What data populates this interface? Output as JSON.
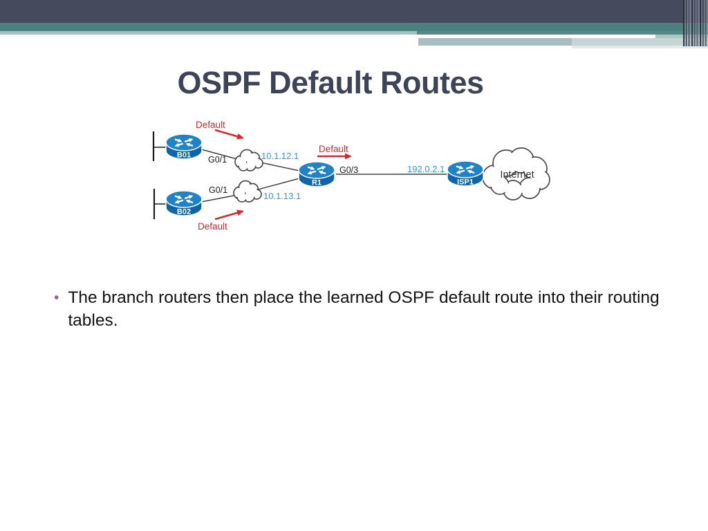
{
  "slide": {
    "title": "OSPF Default Routes",
    "bullet_char": "•",
    "bullets": [
      "The branch routers then place the learned OSPF default route into their routing tables."
    ]
  },
  "diagram": {
    "routers": {
      "b01": "B01",
      "b02": "B02",
      "r1": "R1",
      "isp1": "ISP1"
    },
    "interfaces": {
      "b01": "G0/1",
      "b02": "G0/1",
      "r1_wan": "G0/3"
    },
    "ips": {
      "link_b01_r1": "10.1.12.1",
      "link_b02_r1": "10.1.13.1",
      "wan": "192.0.2.1"
    },
    "annotations": {
      "default_b01": "Default",
      "default_r1": "Default",
      "default_b02": "Default"
    },
    "internet_label": "Internet"
  },
  "theme": {
    "header_dark": "#454b5d",
    "header_teal": "#4a8180",
    "header_light_teal": "#9ec3c2",
    "title_color": "#3e4457",
    "bullet_marker_color": "#9d5fa6",
    "router_blue_top": "#1f83c5",
    "router_blue_body": "#0d66ab",
    "annotation_red": "#d7282f",
    "ip_blue": "#2b9cd8",
    "line_color": "#404040"
  }
}
